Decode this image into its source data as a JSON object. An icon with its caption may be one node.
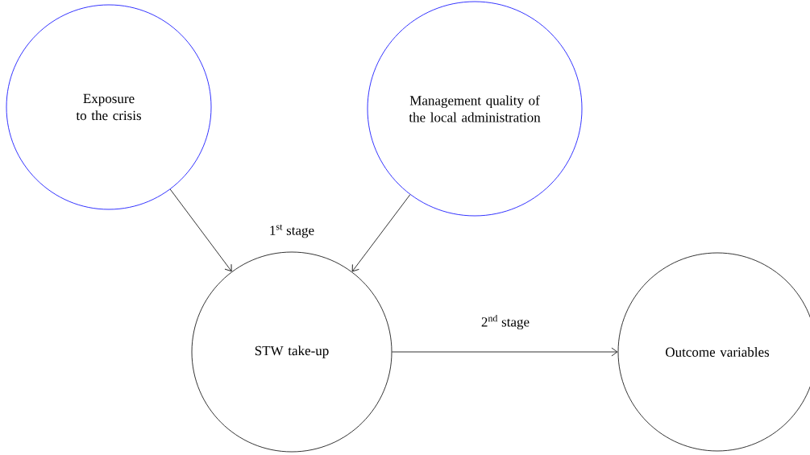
{
  "diagram": {
    "nodes": [
      {
        "text": [
          "Exposure to the crisis"
        ]
      },
      {
        "text": [
          "Management quality of the local administration"
        ]
      },
      {
        "text": [
          "STW take-up"
        ],
        "beside": [
          "1$^{st}$ stage"
        ]
      },
      {
        "text": [
          "Outcome variables"
        ]
      }
    ],
    "edges": [
      {
        "from": 0,
        "to": 2,
        "arrow": "to"
      },
      {
        "from": 1,
        "to": 2,
        "arrow": "to"
      },
      {
        "from": 2,
        "to": 3,
        "arrow": "to",
        "label": "2$^{nd}$ stage"
      }
    ]
  }
}
